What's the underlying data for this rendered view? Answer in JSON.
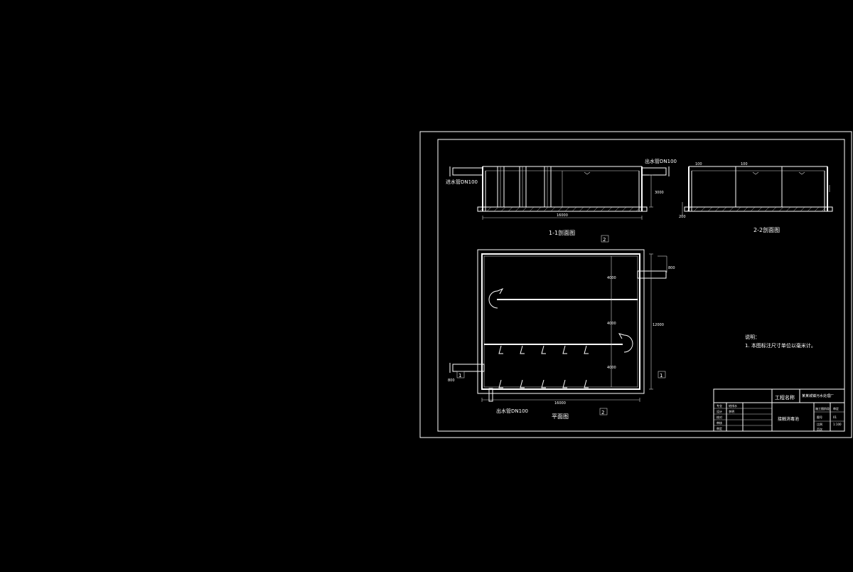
{
  "drawing": {
    "inlet_label": "进水管DN100",
    "outlet_top_label": "出水管DN100",
    "outlet_bottom_label": "出水管DN100",
    "section1_title": "1-1剖面图",
    "section2_title": "2-2剖面图",
    "plan_title": "平面图",
    "section_mark_1": "1",
    "section_mark_2": "2",
    "dim_total_length": "16000",
    "dim_total_width": "12000",
    "dim_depth": "3000",
    "dim_seg": "4000",
    "dim_small": "100",
    "dim_wall": "200",
    "dim_pipe": "800"
  },
  "notes": {
    "heading": "说明：",
    "line1": "1. 本图标注尺寸单位以毫米计。"
  },
  "title_block": {
    "project_label": "工程名称",
    "project_name": "某某城镇污水处理厂",
    "drawing_name": "接触消毒池",
    "rows": [
      "专业",
      "设计",
      "校对",
      "审核",
      "审定"
    ],
    "designer": "给排水",
    "checker": "李明",
    "stage_label": "施工图阶段",
    "stage_value": "审定",
    "no_label": "图号",
    "no_value": "01",
    "scale_label": "比例",
    "scale_value": "1:100",
    "sheet_label": "页次"
  }
}
